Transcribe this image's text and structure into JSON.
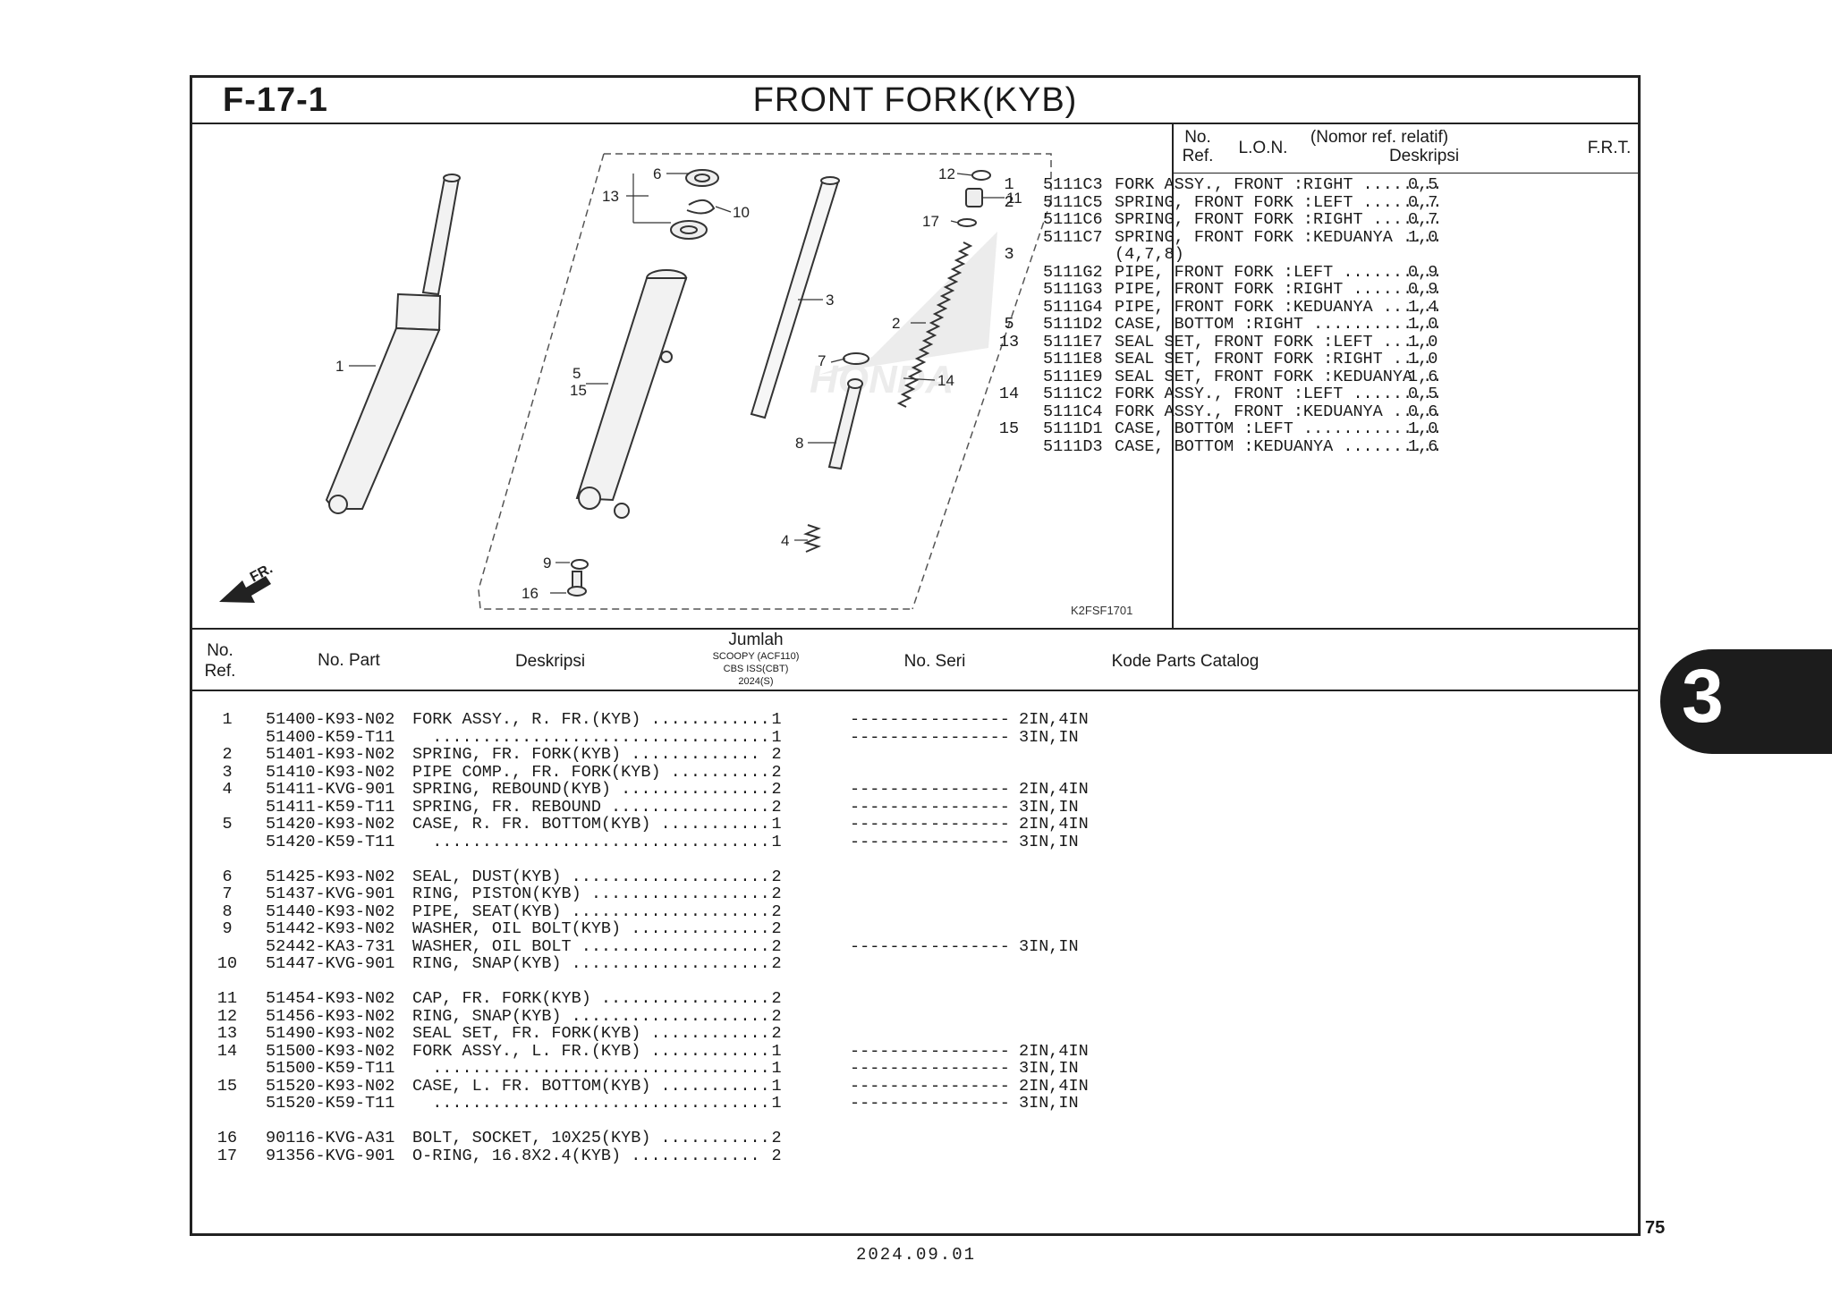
{
  "header": {
    "section_code": "F-17-1",
    "title": "FRONT FORK(KYB)"
  },
  "diagram": {
    "code": "K2FSF1701",
    "direction": "FR.",
    "callouts": [
      "1",
      "2",
      "3",
      "4",
      "5",
      "15",
      "6",
      "7",
      "8",
      "9",
      "10",
      "11",
      "12",
      "13",
      "14",
      "16",
      "17"
    ]
  },
  "lon_table": {
    "headers": {
      "no_ref": "No.\nRef.",
      "lon": "L.O.N.",
      "desc_line1": "(Nomor ref. relatif)",
      "desc_line2": "Deskripsi",
      "frt": "F.R.T."
    },
    "rows": [
      {
        "ref": "1",
        "lon": "5111C3",
        "desc": "FORK ASSY., FRONT :RIGHT ........",
        "frt": "0,5"
      },
      {
        "ref": "2",
        "lon": "5111C5",
        "desc": "SPRING, FRONT FORK :LEFT ........",
        "frt": "0,7"
      },
      {
        "ref": "",
        "lon": "5111C6",
        "desc": "SPRING, FRONT FORK :RIGHT .......",
        "frt": "0,7"
      },
      {
        "ref": "",
        "lon": "5111C7",
        "desc": "SPRING, FRONT FORK :KEDUANYA ....",
        "frt": "1,0"
      },
      {
        "ref": "3",
        "lon": "",
        "desc": "(4,7,8)",
        "frt": ""
      },
      {
        "ref": "",
        "lon": "5111G2",
        "desc": "PIPE, FRONT FORK :LEFT ..........",
        "frt": "0,9"
      },
      {
        "ref": "",
        "lon": "5111G3",
        "desc": "PIPE, FRONT FORK :RIGHT .........",
        "frt": "0,9"
      },
      {
        "ref": "",
        "lon": "5111G4",
        "desc": "PIPE, FRONT FORK :KEDUANYA ......",
        "frt": "1,4"
      },
      {
        "ref": "5",
        "lon": "5111D2",
        "desc": "CASE, BOTTOM :RIGHT .............",
        "frt": "1,0"
      },
      {
        "ref": "13",
        "lon": "5111E7",
        "desc": "SEAL SET, FRONT FORK :LEFT .....",
        "frt": "1,0"
      },
      {
        "ref": "",
        "lon": "5111E8",
        "desc": "SEAL SET, FRONT FORK :RIGHT ....",
        "frt": "1,0"
      },
      {
        "ref": "",
        "lon": "5111E9",
        "desc": "SEAL SET, FRONT FORK :KEDUANYA ..",
        "frt": "1,6"
      },
      {
        "ref": "14",
        "lon": "5111C2",
        "desc": "FORK ASSY., FRONT :LEFT .........",
        "frt": "0,5"
      },
      {
        "ref": "",
        "lon": "5111C4",
        "desc": "FORK ASSY., FRONT :KEDUANYA .....",
        "frt": "0,6"
      },
      {
        "ref": "15",
        "lon": "5111D1",
        "desc": "CASE, BOTTOM :LEFT ..............",
        "frt": "1,0"
      },
      {
        "ref": "",
        "lon": "5111D3",
        "desc": "CASE, BOTTOM :KEDUANYA ..........",
        "frt": "1,6"
      }
    ]
  },
  "parts_table": {
    "headers": {
      "no_ref": "No.\nRef.",
      "no_part": "No. Part",
      "desc": "Deskripsi",
      "qty": "Jumlah",
      "qty_sub1": "SCOOPY (ACF110)",
      "qty_sub2": "CBS ISS(CBT)",
      "qty_sub3": "2024(S)",
      "serial": "No. Seri",
      "catalog": "Kode Parts Catalog"
    },
    "rows": [
      {
        "ref": "1",
        "part": "51400-K93-N02",
        "desc": "FORK ASSY., R. FR.(KYB) ............",
        "qty": "1",
        "s1": "--------",
        "s2": "--------",
        "cat": "2IN,4IN"
      },
      {
        "ref": "",
        "part": "51400-K59-T11",
        "desc": "  ..................................",
        "qty": "1",
        "s1": "--------",
        "s2": "--------",
        "cat": "3IN,IN"
      },
      {
        "ref": "2",
        "part": "51401-K93-N02",
        "desc": "SPRING, FR. FORK(KYB) .............",
        "qty": "2",
        "s1": "",
        "s2": "",
        "cat": ""
      },
      {
        "ref": "3",
        "part": "51410-K93-N02",
        "desc": "PIPE COMP., FR. FORK(KYB) ..........",
        "qty": "2",
        "s1": "",
        "s2": "",
        "cat": ""
      },
      {
        "ref": "4",
        "part": "51411-KVG-901",
        "desc": "SPRING, REBOUND(KYB) ...............",
        "qty": "2",
        "s1": "--------",
        "s2": "--------",
        "cat": "2IN,4IN"
      },
      {
        "ref": "",
        "part": "51411-K59-T11",
        "desc": "SPRING, FR. REBOUND ................",
        "qty": "2",
        "s1": "--------",
        "s2": "--------",
        "cat": "3IN,IN"
      },
      {
        "ref": "5",
        "part": "51420-K93-N02",
        "desc": "CASE, R. FR. BOTTOM(KYB) ...........",
        "qty": "1",
        "s1": "--------",
        "s2": "--------",
        "cat": "2IN,4IN"
      },
      {
        "ref": "",
        "part": "51420-K59-T11",
        "desc": "  ..................................",
        "qty": "1",
        "s1": "--------",
        "s2": "--------",
        "cat": "3IN,IN"
      },
      {
        "gap": true
      },
      {
        "ref": "6",
        "part": "51425-K93-N02",
        "desc": "SEAL, DUST(KYB) ....................",
        "qty": "2",
        "s1": "",
        "s2": "",
        "cat": ""
      },
      {
        "ref": "7",
        "part": "51437-KVG-901",
        "desc": "RING, PISTON(KYB) ..................",
        "qty": "2",
        "s1": "",
        "s2": "",
        "cat": ""
      },
      {
        "ref": "8",
        "part": "51440-K93-N02",
        "desc": "PIPE, SEAT(KYB) ....................",
        "qty": "2",
        "s1": "",
        "s2": "",
        "cat": ""
      },
      {
        "ref": "9",
        "part": "51442-K93-N02",
        "desc": "WASHER, OIL BOLT(KYB) ..............",
        "qty": "2",
        "s1": "",
        "s2": "",
        "cat": ""
      },
      {
        "ref": "",
        "part": "52442-KA3-731",
        "desc": "WASHER, OIL BOLT ...................",
        "qty": "2",
        "s1": "--------",
        "s2": "--------",
        "cat": "3IN,IN"
      },
      {
        "ref": "10",
        "part": "51447-KVG-901",
        "desc": "RING, SNAP(KYB) ....................",
        "qty": "2",
        "s1": "",
        "s2": "",
        "cat": ""
      },
      {
        "gap": true
      },
      {
        "ref": "11",
        "part": "51454-K93-N02",
        "desc": "CAP, FR. FORK(KYB) .................",
        "qty": "2",
        "s1": "",
        "s2": "",
        "cat": ""
      },
      {
        "ref": "12",
        "part": "51456-K93-N02",
        "desc": "RING, SNAP(KYB) ....................",
        "qty": "2",
        "s1": "",
        "s2": "",
        "cat": ""
      },
      {
        "ref": "13",
        "part": "51490-K93-N02",
        "desc": "SEAL SET, FR. FORK(KYB) ............",
        "qty": "2",
        "s1": "",
        "s2": "",
        "cat": ""
      },
      {
        "ref": "14",
        "part": "51500-K93-N02",
        "desc": "FORK ASSY., L. FR.(KYB) ............",
        "qty": "1",
        "s1": "--------",
        "s2": "--------",
        "cat": "2IN,4IN"
      },
      {
        "ref": "",
        "part": "51500-K59-T11",
        "desc": "  ..................................",
        "qty": "1",
        "s1": "--------",
        "s2": "--------",
        "cat": "3IN,IN"
      },
      {
        "ref": "15",
        "part": "51520-K93-N02",
        "desc": "CASE, L. FR. BOTTOM(KYB) ...........",
        "qty": "1",
        "s1": "--------",
        "s2": "--------",
        "cat": "2IN,4IN"
      },
      {
        "ref": "",
        "part": "51520-K59-T11",
        "desc": "  ..................................",
        "qty": "1",
        "s1": "--------",
        "s2": "--------",
        "cat": "3IN,IN"
      },
      {
        "gap": true
      },
      {
        "ref": "16",
        "part": "90116-KVG-A31",
        "desc": "BOLT, SOCKET, 10X25(KYB) ...........",
        "qty": "2",
        "s1": "",
        "s2": "",
        "cat": ""
      },
      {
        "ref": "17",
        "part": "91356-KVG-901",
        "desc": "O-RING, 16.8X2.4(KYB) .............",
        "qty": "2",
        "s1": "",
        "s2": "",
        "cat": ""
      }
    ]
  },
  "side_tab": "3",
  "page_number": "75",
  "date": "2024.09.01"
}
